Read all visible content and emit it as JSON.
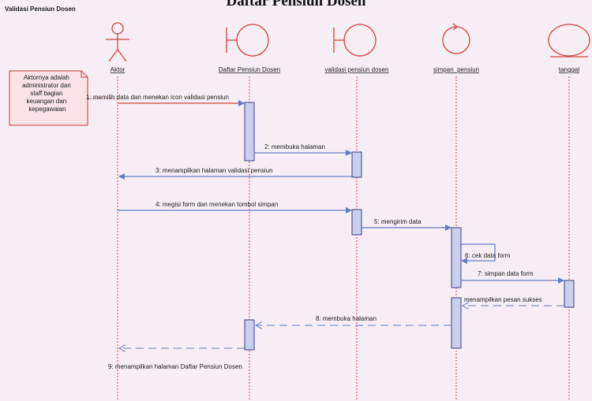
{
  "frame_title": "Validasi Pensiun Dosen",
  "page_heading": "Daftar Pensiun Dosen",
  "note": "Aktornya adalah administrator dan staff bagian keuangan dan kepegawaian",
  "lifelines": [
    {
      "id": "aktor",
      "name": "Aktor",
      "kind": "actor"
    },
    {
      "id": "daftar",
      "name": "Daftar Pensiun Dosen",
      "kind": "boundary"
    },
    {
      "id": "validasi",
      "name": "validasi pensiun dosen",
      "kind": "boundary"
    },
    {
      "id": "simpan",
      "name": "simpan_pensiun",
      "kind": "control"
    },
    {
      "id": "tanggal",
      "name": "tanggal",
      "kind": "entity"
    }
  ],
  "messages": [
    {
      "text": "1: memilih data dan menekan icon validasi pensiun",
      "from": "aktor",
      "to": "daftar",
      "style": "solid"
    },
    {
      "text": "2: membuka halaman",
      "from": "daftar",
      "to": "validasi",
      "style": "solid"
    },
    {
      "text": "3: menampilkan halaman validasi pensiun",
      "from": "validasi",
      "to": "aktor",
      "style": "solid"
    },
    {
      "text": "4: megisi form dan menekan tombol simpan",
      "from": "aktor",
      "to": "validasi",
      "style": "solid"
    },
    {
      "text": "5: mengirim data",
      "from": "validasi",
      "to": "simpan",
      "style": "solid"
    },
    {
      "text": "6: cek data form",
      "from": "simpan",
      "to": "simpan",
      "style": "self"
    },
    {
      "text": "7: simpan data form",
      "from": "simpan",
      "to": "tanggal",
      "style": "solid"
    },
    {
      "text": "menampilkan pesan sukses",
      "from": "tanggal",
      "to": "simpan",
      "style": "dashed"
    },
    {
      "text": "8: membuka halaman",
      "from": "simpan",
      "to": "daftar",
      "style": "dashed"
    },
    {
      "text": "9: menampilkan halaman Daftar Pensiun Dosen",
      "from": "daftar",
      "to": "aktor",
      "style": "dashed"
    }
  ],
  "colors": {
    "lifeline": "#d2413a",
    "activation_fill": "#c9cfec",
    "activation_stroke": "#3c3f83",
    "arrow": "#5f7dc4",
    "shape": "#d2413a",
    "note_fill": "#fbe2e7",
    "note_stroke": "#c23a3a"
  }
}
